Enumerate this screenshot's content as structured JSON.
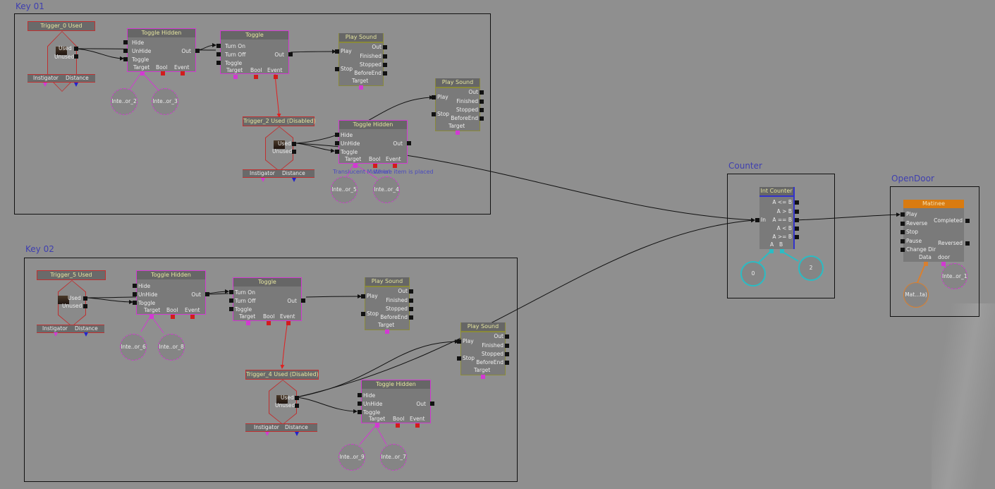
{
  "colors": {
    "canvas": "#8f8f8f",
    "group_title": "#3f3fb0",
    "event_border": "#c03030",
    "action_border": "#d23ad2",
    "sound_border": "#8a8a3a",
    "counter_accent": "#3333cc",
    "matinee_header": "#d97b10",
    "int_variable": "#2bbcc4"
  },
  "groups": [
    {
      "title": "Key 01"
    },
    {
      "title": "Key 02"
    },
    {
      "title": "Counter"
    },
    {
      "title": "OpenDoor"
    }
  ],
  "key01": {
    "trigger_used": {
      "title": "Trigger_0 Used",
      "outputs": [
        "Used",
        "Unused"
      ],
      "vars": [
        "Instigator",
        "Distance"
      ]
    },
    "toggle_hidden": {
      "title": "Toggle Hidden",
      "inputs": [
        "Hide",
        "UnHide",
        "Toggle"
      ],
      "outputs": [
        "Out"
      ],
      "vars": [
        "Target",
        "Bool",
        "Event"
      ]
    },
    "toggle": {
      "title": "Toggle",
      "inputs": [
        "Turn On",
        "Turn Off",
        "Toggle"
      ],
      "outputs": [
        "Out"
      ],
      "vars": [
        "Target",
        "Bool",
        "Event"
      ]
    },
    "play_sound_1": {
      "title": "Play Sound",
      "inputs": [
        "Play",
        "Stop"
      ],
      "outputs": [
        "Out",
        "Finished",
        "Stopped",
        "BeforeEnd"
      ],
      "vars": [
        "Target"
      ]
    },
    "play_sound_2": {
      "title": "Play Sound",
      "inputs": [
        "Play",
        "Stop"
      ],
      "outputs": [
        "Out",
        "Finished",
        "Stopped",
        "BeforeEnd"
      ],
      "vars": [
        "Target"
      ]
    },
    "trigger_disabled": {
      "title": "Trigger_2 Used (Disabled)",
      "outputs": [
        "Used",
        "Unused"
      ],
      "vars": [
        "Instigator",
        "Distance"
      ]
    },
    "toggle_hidden_2": {
      "title": "Toggle Hidden",
      "inputs": [
        "Hide",
        "UnHide",
        "Toggle"
      ],
      "outputs": [
        "Out"
      ],
      "vars": [
        "Target",
        "Bool",
        "Event"
      ]
    },
    "objects": [
      "Inte..or_2",
      "Inte..or_3",
      "Inte..or_5",
      "Inte..or_4"
    ],
    "comments": [
      "Translucent Material",
      "Where item is placed"
    ]
  },
  "key02": {
    "trigger_used": {
      "title": "Trigger_5 Used",
      "outputs": [
        "Used",
        "Unused"
      ],
      "vars": [
        "Instigator",
        "Distance"
      ]
    },
    "toggle_hidden": {
      "title": "Toggle Hidden",
      "inputs": [
        "Hide",
        "UnHide",
        "Toggle"
      ],
      "outputs": [
        "Out"
      ],
      "vars": [
        "Target",
        "Bool",
        "Event"
      ]
    },
    "toggle": {
      "title": "Toggle",
      "inputs": [
        "Turn On",
        "Turn Off",
        "Toggle"
      ],
      "outputs": [
        "Out"
      ],
      "vars": [
        "Target",
        "Bool",
        "Event"
      ]
    },
    "play_sound_1": {
      "title": "Play Sound",
      "inputs": [
        "Play",
        "Stop"
      ],
      "outputs": [
        "Out",
        "Finished",
        "Stopped",
        "BeforeEnd"
      ],
      "vars": [
        "Target"
      ]
    },
    "play_sound_2": {
      "title": "Play Sound",
      "inputs": [
        "Play",
        "Stop"
      ],
      "outputs": [
        "Out",
        "Finished",
        "Stopped",
        "BeforeEnd"
      ],
      "vars": [
        "Target"
      ]
    },
    "trigger_disabled": {
      "title": "Trigger_4 Used (Disabled)",
      "outputs": [
        "Used",
        "Unused"
      ],
      "vars": [
        "Instigator",
        "Distance"
      ]
    },
    "toggle_hidden_2": {
      "title": "Toggle Hidden",
      "inputs": [
        "Hide",
        "UnHide",
        "Toggle"
      ],
      "outputs": [
        "Out"
      ],
      "vars": [
        "Target",
        "Bool",
        "Event"
      ]
    },
    "objects": [
      "Inte..or_6",
      "Inte..or_8",
      "Inte..or_9",
      "Inte..or_7"
    ]
  },
  "counter": {
    "node": {
      "title": "Int Counter",
      "inputs": [
        "In"
      ],
      "outputs": [
        "A <= B",
        "A > B",
        "A == B",
        "A < B",
        "A >= B"
      ],
      "vars": [
        "A",
        "B"
      ]
    },
    "var_a": "0",
    "var_b": "2"
  },
  "opendoor": {
    "node": {
      "title": "Matinee",
      "inputs": [
        "Play",
        "Reverse",
        "Stop",
        "Pause",
        "Change Dir"
      ],
      "outputs": [
        "Completed",
        "Reversed"
      ],
      "vars": [
        "Data",
        "door"
      ]
    },
    "matinee_data": "Mat...ta)",
    "door_object": "Inte..or_1"
  }
}
